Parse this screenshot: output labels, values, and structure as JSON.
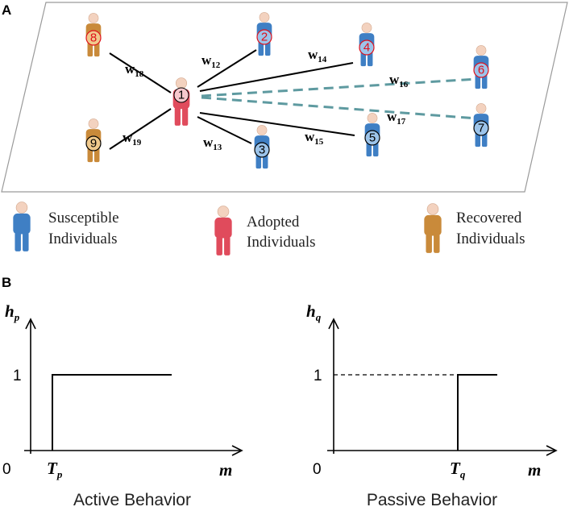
{
  "panel_a": {
    "label": "A",
    "nodes": [
      {
        "id": "1",
        "num": "①",
        "type": "adopted"
      },
      {
        "id": "2",
        "num": "②",
        "type": "susceptible"
      },
      {
        "id": "3",
        "num": "③",
        "type": "susceptible"
      },
      {
        "id": "4",
        "num": "④",
        "type": "susceptible"
      },
      {
        "id": "5",
        "num": "⑤",
        "type": "susceptible"
      },
      {
        "id": "6",
        "num": "⑥",
        "type": "susceptible"
      },
      {
        "id": "7",
        "num": "⑦",
        "type": "susceptible"
      },
      {
        "id": "8",
        "num": "⑧",
        "type": "recovered"
      },
      {
        "id": "9",
        "num": "⑨",
        "type": "recovered"
      }
    ],
    "edges": [
      {
        "w": "w",
        "sub": "12",
        "style": "solid"
      },
      {
        "w": "w",
        "sub": "13",
        "style": "solid"
      },
      {
        "w": "w",
        "sub": "14",
        "style": "solid"
      },
      {
        "w": "w",
        "sub": "15",
        "style": "solid"
      },
      {
        "w": "w",
        "sub": "16",
        "style": "dashed"
      },
      {
        "w": "w",
        "sub": "17",
        "style": "dashed"
      },
      {
        "w": "w",
        "sub": "18",
        "style": "solid"
      },
      {
        "w": "w",
        "sub": "19",
        "style": "solid"
      }
    ],
    "legend": {
      "susceptible": [
        "Susceptible",
        "Individuals"
      ],
      "adopted": [
        "Adopted",
        "Individuals"
      ],
      "recovered": [
        "Recovered",
        "Individuals"
      ]
    },
    "colors": {
      "susceptible": "#3f7fc4",
      "adopted": "#e04b5c",
      "recovered": "#c98a3a",
      "dashed_edge": "#5e9aa0",
      "red_number": "#e0101a"
    }
  },
  "panel_b": {
    "label": "B",
    "active": {
      "y_title": "h",
      "y_sub": "p",
      "x_title": "m",
      "threshold": "T",
      "threshold_sub": "p",
      "one": "1",
      "zero": "0",
      "caption": "Active Behavior"
    },
    "passive": {
      "y_title": "h",
      "y_sub": "q",
      "x_title": "m",
      "threshold": "T",
      "threshold_sub": "q",
      "one": "1",
      "zero": "0",
      "caption": "Passive Behavior"
    }
  }
}
